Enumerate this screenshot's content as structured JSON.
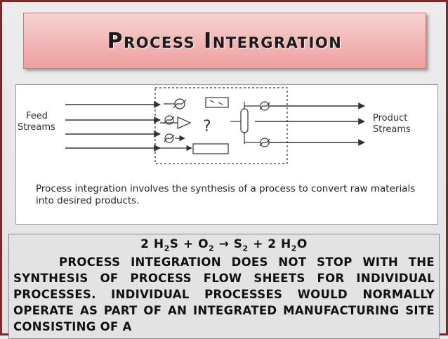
{
  "slide": {
    "title": "Process Intergration"
  },
  "diagram": {
    "feed_label_line1": "Feed",
    "feed_label_line2": "Streams",
    "product_label_line1": "Product",
    "product_label_line2": "Streams",
    "unknown_symbol": "?",
    "caption": "Process integration involves the synthesis of a process to convert  raw materials into desired products."
  },
  "content": {
    "equation": {
      "p1": "2 H",
      "s1": "2",
      "p2": "S + O",
      "s2": "2",
      "p3": " → S",
      "s3": "2",
      "p4": " + 2 H",
      "s4": "2",
      "p5": "O"
    },
    "body": "Process integration does not stop with the synthesis of process flow sheets for individual processes. Individual processes would normally operate as part of an integrated manufacturing site consisting of a"
  }
}
